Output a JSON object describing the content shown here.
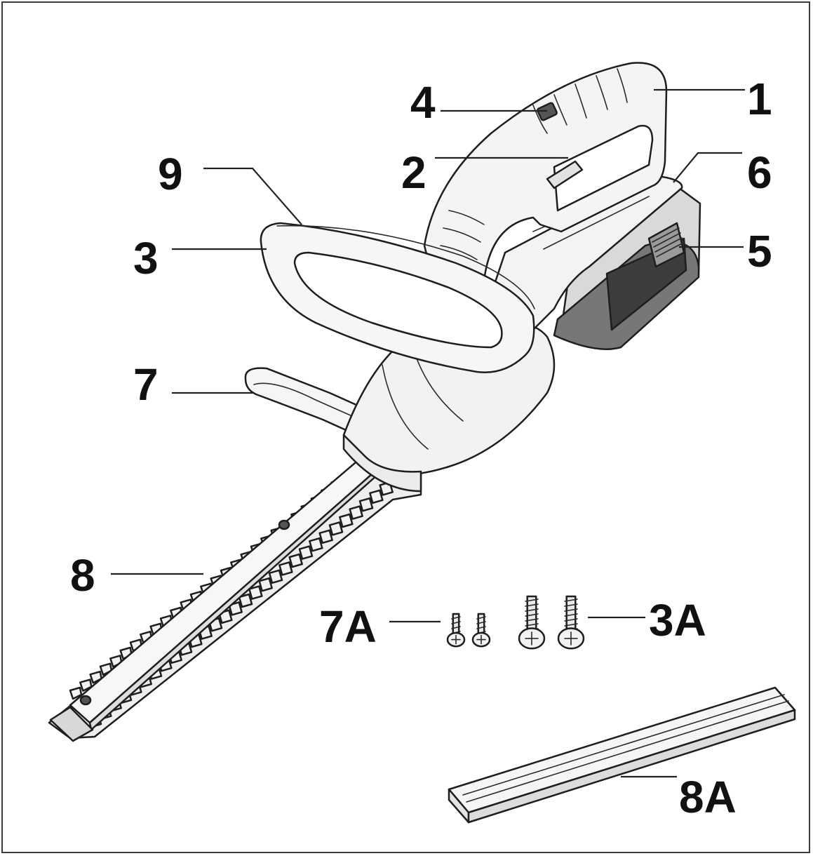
{
  "callouts": {
    "c1": "1",
    "c2": "2",
    "c3": "3",
    "c4": "4",
    "c5": "5",
    "c6": "6",
    "c7": "7",
    "c8": "8",
    "c9": "9",
    "c7a": "7A",
    "c3a": "3A",
    "c8a": "8A"
  },
  "colors": {
    "body": "#f4f4f4",
    "battery": "#7a7a7a",
    "battery_dark": "#3a3a3a",
    "outline": "#1e1e1e",
    "blade": "#efefef"
  },
  "icons": [
    "phillips-screw-icon"
  ]
}
